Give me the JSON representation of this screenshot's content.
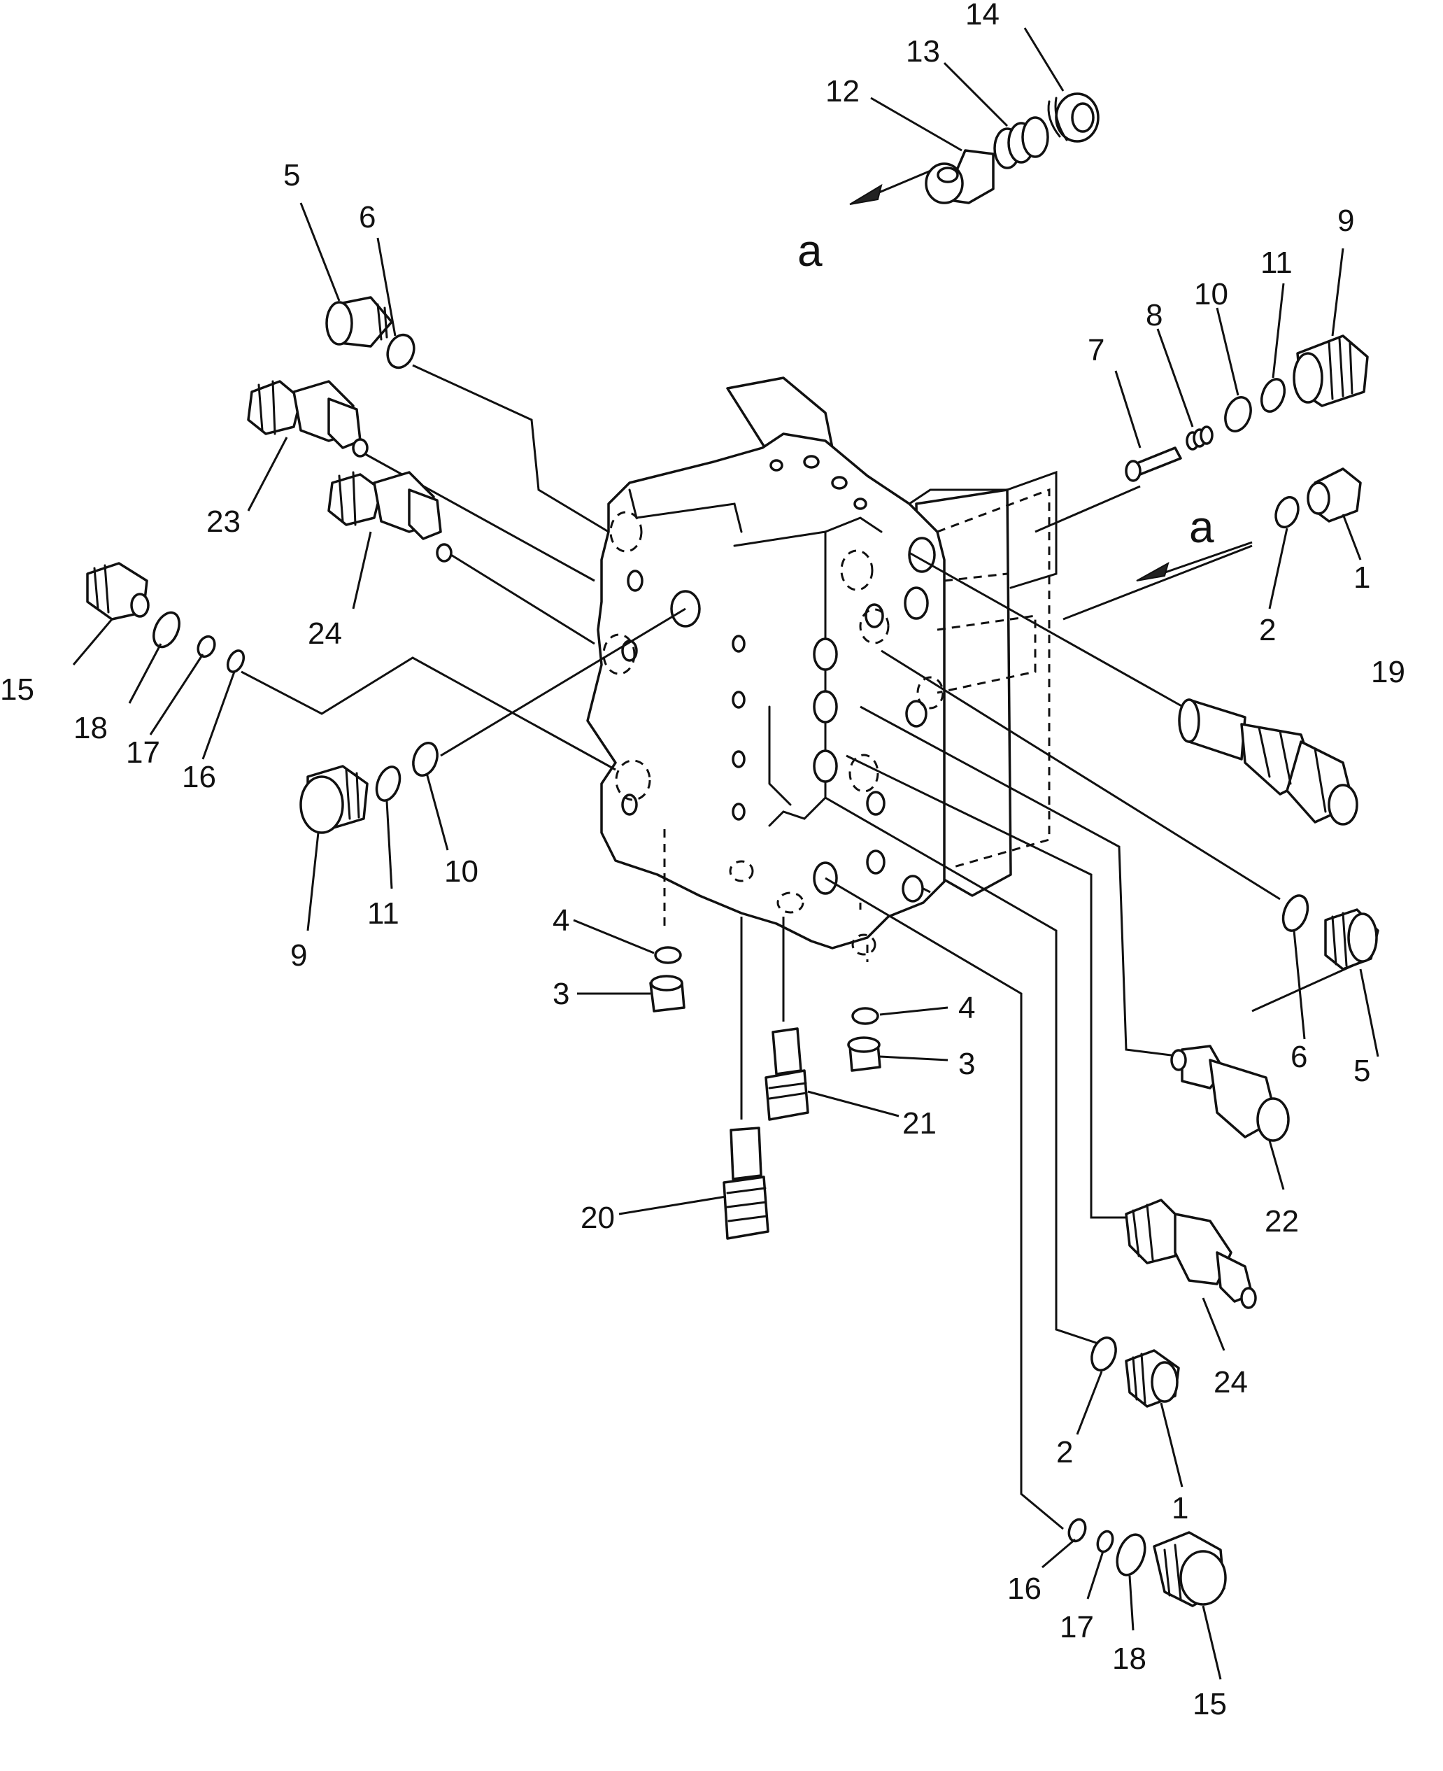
{
  "view": {
    "letter": "a",
    "callouts": [
      "1",
      "2",
      "3",
      "4",
      "5",
      "6",
      "7",
      "8",
      "9",
      "10",
      "11",
      "12",
      "13",
      "14",
      "15",
      "16",
      "17",
      "18",
      "19",
      "20",
      "21",
      "22",
      "23",
      "24",
      "1",
      "2",
      "3",
      "4",
      "5",
      "6",
      "9",
      "10",
      "11",
      "15",
      "16",
      "17",
      "18",
      "24"
    ]
  }
}
